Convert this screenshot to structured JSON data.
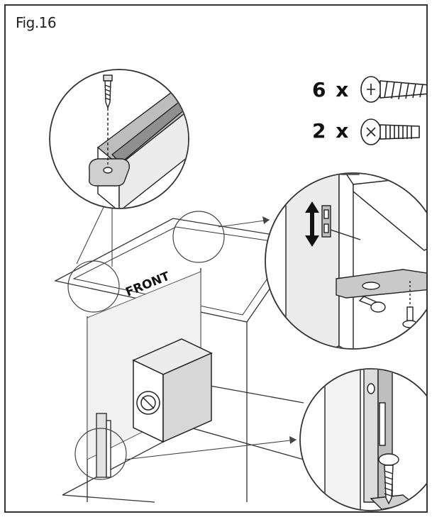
{
  "figure": {
    "label": "Fig.16"
  },
  "quantities": [
    {
      "count_text": "6 x",
      "part": "wood-screw"
    },
    {
      "count_text": "2 x",
      "part": "machine-screw"
    }
  ],
  "labels": {
    "front": "FRONT"
  },
  "colors": {
    "line": "#222222",
    "light": "#d8d8d8",
    "mid": "#9a9a9a",
    "background": "#ffffff"
  }
}
